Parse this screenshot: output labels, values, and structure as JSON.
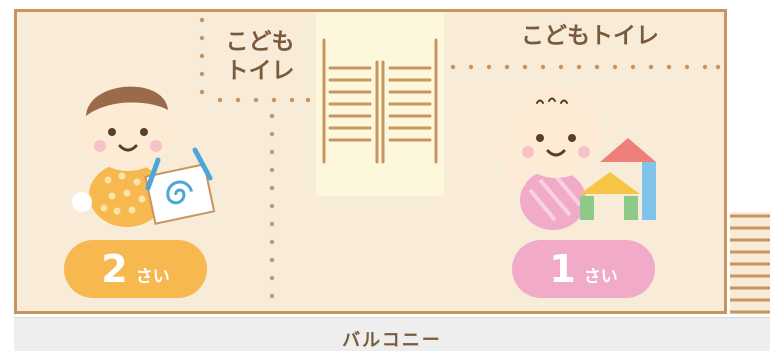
{
  "rooms": {
    "left_toilet": "こども\nトイレ",
    "right_toilet": "こどもトイレ",
    "balcony": "バルコニー"
  },
  "age_badges": {
    "left": {
      "number": "2",
      "unit": "さい",
      "color": "#f7b84f"
    },
    "right": {
      "number": "1",
      "unit": "さい",
      "color": "#f1abc9"
    }
  },
  "icons": {
    "left_child": "toddler-drawing-icon",
    "right_child": "baby-with-blocks-icon",
    "doors": "double-door-icon",
    "stairs": "stairs-icon"
  },
  "colors": {
    "floor": "#f8ecd8",
    "wall": "#c9945f",
    "text": "#7a5a3c",
    "balcony": "#eeeeee"
  }
}
